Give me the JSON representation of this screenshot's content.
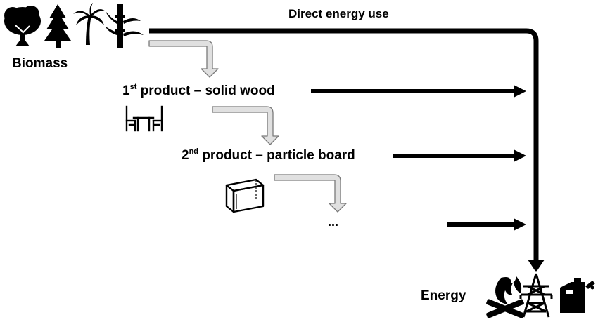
{
  "diagram": {
    "source_label": "Biomass",
    "direct_flow_label": "Direct energy use",
    "product_1": {
      "number": "1",
      "suffix": "st",
      "label": "product – solid wood"
    },
    "product_2": {
      "number": "2",
      "suffix": "nd",
      "label": "product – particle board"
    },
    "continuation": "...",
    "target_label": "Energy"
  },
  "icons": {
    "biomass": [
      "deciduous-tree-icon",
      "conifer-tree-icon",
      "palm-tree-icon",
      "bamboo-icon"
    ],
    "product_1": "table-and-chairs-icon",
    "product_2": "board-panel-icon",
    "energy": [
      "campfire-icon",
      "power-pylon-icon",
      "fuel-canister-icon"
    ]
  },
  "colors": {
    "flow_dark": "#000000",
    "cascade_fill": "#e0e0e0",
    "cascade_stroke": "#7a7a7a"
  }
}
